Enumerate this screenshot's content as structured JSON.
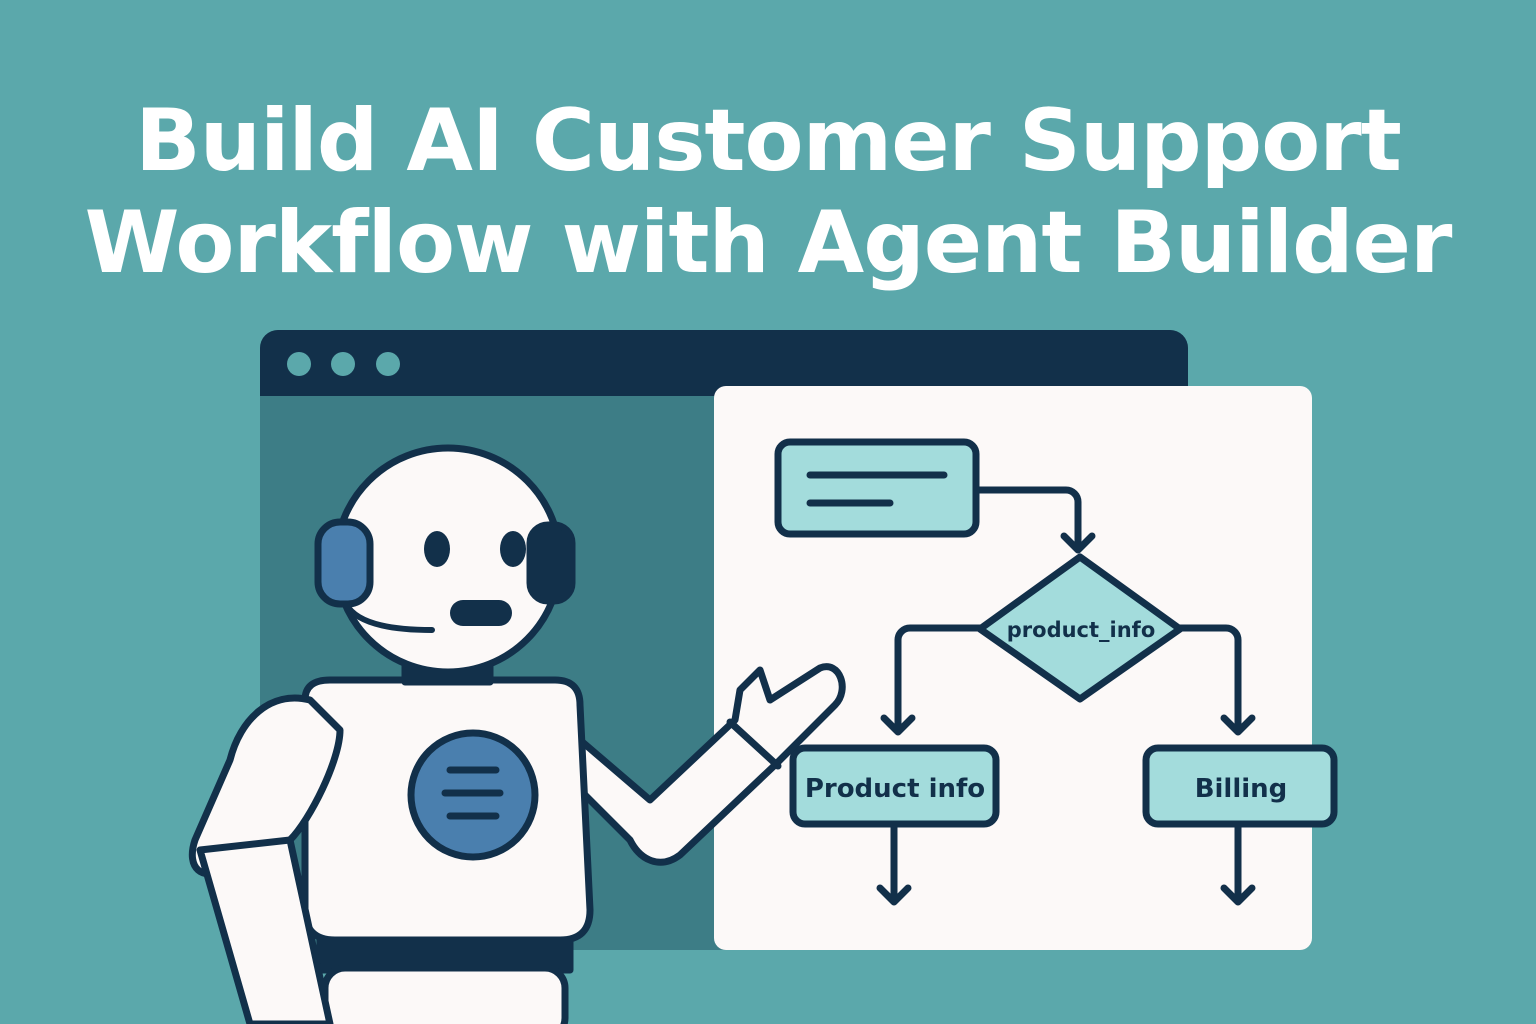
{
  "header": {
    "title_line1": "Build AI Customer Support",
    "title_line2": "Workflow with Agent Builder"
  },
  "flowchart": {
    "decision_label": "product_info",
    "branch_left_label": "Product info",
    "branch_right_label": "Billing"
  },
  "colors": {
    "background": "#5ba8ab",
    "navy": "#12304a",
    "panel": "#fcf9f8",
    "node_fill": "#a3dcdc",
    "window_body": "#3d7d86",
    "accent_blue": "#4a7fae"
  }
}
